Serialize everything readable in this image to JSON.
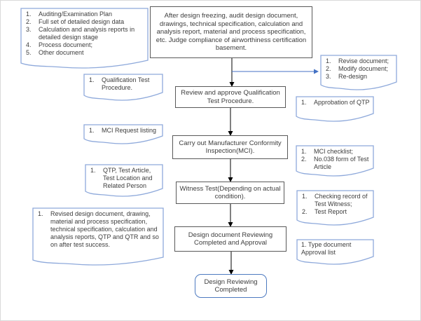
{
  "diagram_title": "Design document review and approval flowchart",
  "colors": {
    "process_border": "#595959",
    "document_border": "#8ea9db",
    "terminator_border": "#4d7ac0",
    "text": "#3d3d3d",
    "arrow": "#000000",
    "branch_arrow": "#4472c4"
  },
  "nodes": {
    "inputs_top_left": {
      "shape": "document",
      "items": [
        "Auditing/Examination Plan",
        "Full set of detailed design data",
        "Calculation and analysis reports in detailed design stage",
        "Process document;",
        "Other document"
      ]
    },
    "audit_process": {
      "shape": "process",
      "text": "After design freezing, audit design document, drawings, technical specification, calculation and analysis report, material and process specification, etc. Judge compliance of airworthiness certification basement."
    },
    "revise_outputs": {
      "shape": "document",
      "items": [
        "Revise document;",
        "Modify document;",
        "Re-design"
      ]
    },
    "qtp_input": {
      "shape": "document",
      "items": [
        "Qualification Test Procedure."
      ]
    },
    "review_qtp": {
      "shape": "process",
      "text": "Review and approve Qualification Test Procedure."
    },
    "qtp_approbation": {
      "shape": "document",
      "items": [
        "Approbation of QTP"
      ]
    },
    "mci_request": {
      "shape": "document",
      "items": [
        "MCI Request listing"
      ]
    },
    "mci_process": {
      "shape": "process",
      "text": "Carry out Manufacturer Conformity Inspection(MCI)."
    },
    "mci_outputs": {
      "shape": "document",
      "items": [
        "MCI checklist;",
        "No.038 form of Test Article"
      ]
    },
    "witness_inputs": {
      "shape": "document",
      "items": [
        "QTP, Test Article, Test Location and Related Person"
      ]
    },
    "witness_test": {
      "shape": "process",
      "text": "Witness Test(Depending on actual condition)."
    },
    "witness_outputs": {
      "shape": "document",
      "items": [
        "Checking record of Test Witness;",
        "Test Report"
      ]
    },
    "revised_docs": {
      "shape": "document",
      "items": [
        "Revised design document, drawing, material and process specification, technical specification, calculation and analysis reports, QTP and QTR and so on after test success."
      ]
    },
    "approval_process": {
      "shape": "process",
      "text": "Design document Reviewing Completed and Approval"
    },
    "type_document": {
      "shape": "document",
      "text": "1. Type document Approval list"
    },
    "completed": {
      "shape": "terminator",
      "text": "Design Reviewing Completed"
    }
  }
}
